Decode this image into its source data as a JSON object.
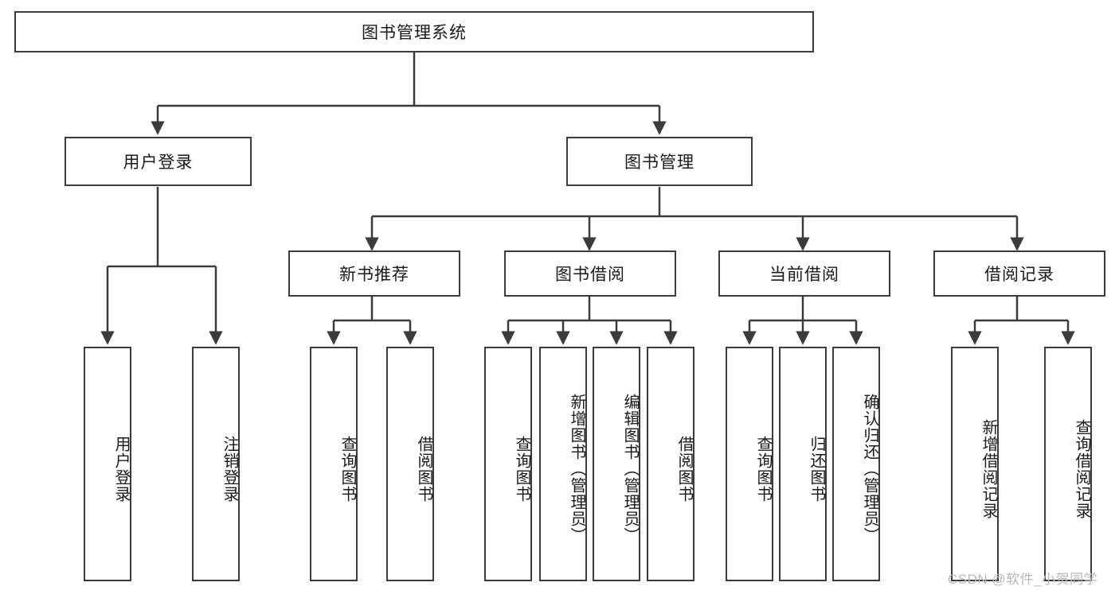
{
  "diagram": {
    "type": "tree",
    "title": "图书管理系统",
    "root": {
      "id": "root",
      "label": "图书管理系统"
    },
    "level2": [
      {
        "id": "user-login",
        "label": "用户登录"
      },
      {
        "id": "book-management",
        "label": "图书管理"
      }
    ],
    "level3": [
      {
        "id": "new-book-recommend",
        "label": "新书推荐"
      },
      {
        "id": "book-borrow",
        "label": "图书借阅"
      },
      {
        "id": "current-borrow",
        "label": "当前借阅"
      },
      {
        "id": "borrow-record",
        "label": "借阅记录"
      }
    ],
    "leaves": {
      "user_login": [
        {
          "id": "leaf-user-login",
          "label": "用户登录"
        },
        {
          "id": "leaf-user-logout",
          "label": "注销登录"
        }
      ],
      "new_book_recommend": [
        {
          "id": "leaf-query-book-1",
          "label": "查询图书"
        },
        {
          "id": "leaf-borrow-book-1",
          "label": "借阅图书"
        }
      ],
      "book_borrow": [
        {
          "id": "leaf-query-book-2",
          "label": "查询图书"
        },
        {
          "id": "leaf-add-book",
          "label": "新增图书（管理员）"
        },
        {
          "id": "leaf-edit-book",
          "label": "编辑图书（管理员）"
        },
        {
          "id": "leaf-borrow-book-2",
          "label": "借阅图书"
        }
      ],
      "current_borrow": [
        {
          "id": "leaf-query-book-3",
          "label": "查询图书"
        },
        {
          "id": "leaf-return-book",
          "label": "归还图书"
        },
        {
          "id": "leaf-confirm-return",
          "label": "确认归还（管理员）"
        }
      ],
      "borrow_record": [
        {
          "id": "leaf-add-record",
          "label": "新增借阅记录"
        },
        {
          "id": "leaf-query-record",
          "label": "查询借阅记录"
        }
      ]
    },
    "edges": [
      {
        "from": "root",
        "to": "user-login"
      },
      {
        "from": "root",
        "to": "book-management"
      },
      {
        "from": "user-login",
        "to": "leaf-user-login"
      },
      {
        "from": "user-login",
        "to": "leaf-user-logout"
      },
      {
        "from": "book-management",
        "to": "new-book-recommend"
      },
      {
        "from": "book-management",
        "to": "book-borrow"
      },
      {
        "from": "book-management",
        "to": "current-borrow"
      },
      {
        "from": "book-management",
        "to": "borrow-record"
      },
      {
        "from": "new-book-recommend",
        "to": "leaf-query-book-1"
      },
      {
        "from": "new-book-recommend",
        "to": "leaf-borrow-book-1"
      },
      {
        "from": "book-borrow",
        "to": "leaf-query-book-2"
      },
      {
        "from": "book-borrow",
        "to": "leaf-add-book"
      },
      {
        "from": "book-borrow",
        "to": "leaf-edit-book"
      },
      {
        "from": "book-borrow",
        "to": "leaf-borrow-book-2"
      },
      {
        "from": "current-borrow",
        "to": "leaf-query-book-3"
      },
      {
        "from": "current-borrow",
        "to": "leaf-return-book"
      },
      {
        "from": "current-borrow",
        "to": "leaf-confirm-return"
      },
      {
        "from": "borrow-record",
        "to": "leaf-add-record"
      },
      {
        "from": "borrow-record",
        "to": "leaf-query-record"
      }
    ],
    "colors": {
      "stroke": "#3b3b3b",
      "fill": "#ffffff",
      "text": "#1a1a1a",
      "watermark": "#b9b9b9"
    }
  },
  "watermark": {
    "text": "CSDN @软件_小贺同学"
  }
}
